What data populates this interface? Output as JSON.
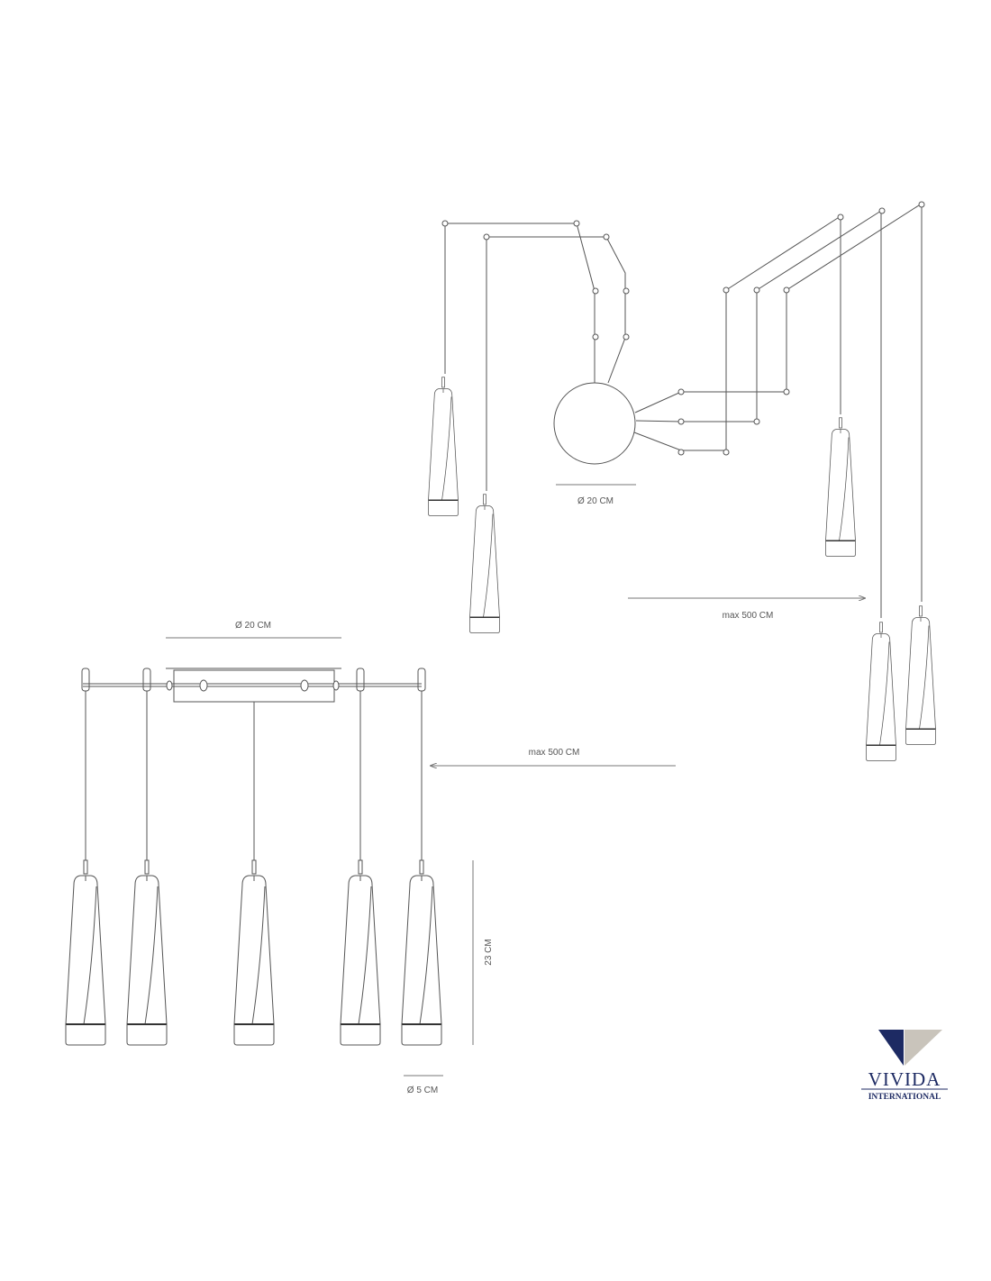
{
  "top_view": {
    "canopy_diameter": "Ø 20 CM",
    "cable_length": "max 500 CM"
  },
  "front_view": {
    "canopy_diameter": "Ø 20 CM",
    "cable_length": "max 500 CM",
    "pendant_height": "23 CM",
    "pendant_diameter": "Ø 5 CM"
  },
  "logo": {
    "name": "VIVIDA",
    "subtitle": "INTERNATIONAL",
    "colors": {
      "primary": "#1d2a63",
      "secondary": "#c9c4bb"
    }
  }
}
